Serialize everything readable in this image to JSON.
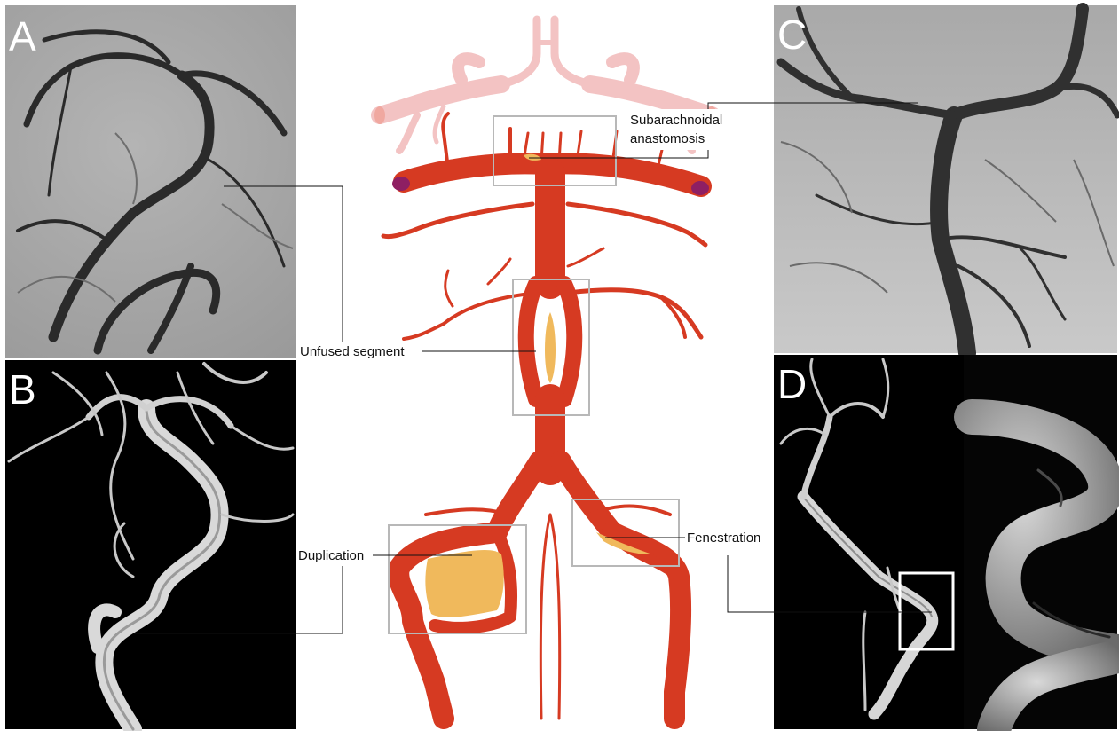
{
  "panels": {
    "a": {
      "letter": "A"
    },
    "b": {
      "letter": "B"
    },
    "c": {
      "letter": "C"
    },
    "d": {
      "letter": "D"
    }
  },
  "labels": {
    "subarachnoidal_line1": "Subarachnoidal",
    "subarachnoidal_line2": "anastomosis",
    "unfused": "Unfused segment",
    "duplication": "Duplication",
    "fenestration": "Fenestration"
  },
  "colors": {
    "artery": "#d63a22",
    "artery_faded": "#f3c3c3",
    "fenestration_fill": "#f0b95c",
    "vessel_cut": "#8e1f63",
    "highlight_box": "#b8b8b8"
  }
}
